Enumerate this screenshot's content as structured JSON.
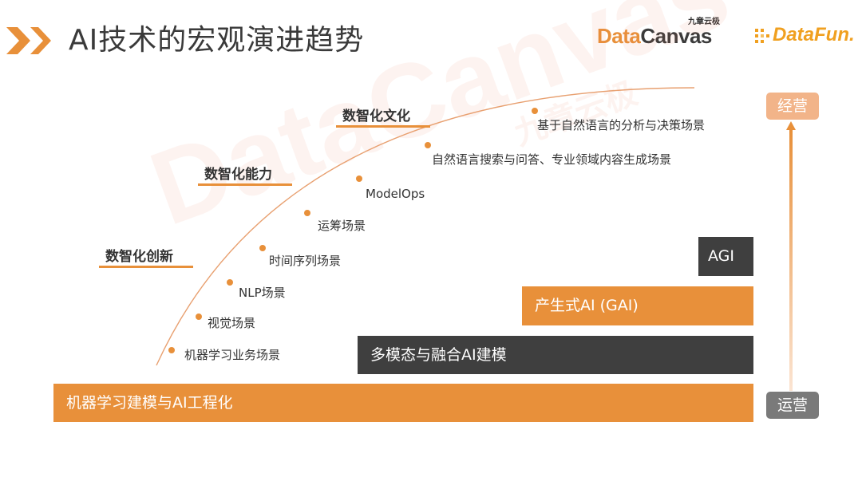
{
  "header": {
    "title": "AI技术的宏观演进趋势",
    "logo_datacanvas": {
      "part_a": "Data",
      "part_b": "Canvas",
      "cn": "九章云极"
    },
    "logo_datafun": "DataFun."
  },
  "watermark": {
    "text": "DataCanvas",
    "cn": "九章云极"
  },
  "stages": [
    "数智化创新",
    "数智化能力",
    "数智化文化"
  ],
  "curve_points": [
    "机器学习业务场景",
    "视觉场景",
    "NLP场景",
    "时间序列场景",
    "运筹场景",
    "ModelOps",
    "自然语言搜索与问答、专业领域内容生成场景",
    "基于自然语言的分析与决策场景"
  ],
  "bars": {
    "base": "机器学习建模与AI工程化",
    "multimodal": "多模态与融合AI建模",
    "gai": "产生式AI (GAI)",
    "agi": "AGI"
  },
  "axis": {
    "top": "经营",
    "bottom": "运营"
  },
  "colors": {
    "orange": "#e8903a",
    "dark": "#3f3f3f",
    "tag_top": "#f2b489",
    "tag_bottom": "#7a7a7a"
  }
}
